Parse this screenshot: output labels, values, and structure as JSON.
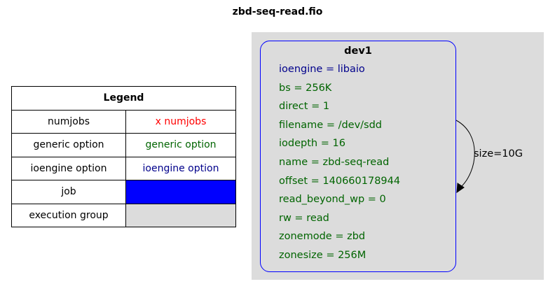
{
  "title": "zbd-seq-read.fio",
  "legend": {
    "header": "Legend",
    "rows": [
      {
        "label": "numjobs",
        "sample": "x numjobs",
        "color": "#ff0000"
      },
      {
        "label": "generic option",
        "sample": "generic option",
        "color": "#006400"
      },
      {
        "label": "ioengine option",
        "sample": "ioengine option",
        "color": "#00008b"
      },
      {
        "label": "job",
        "sample": "",
        "fill": "#0000ff"
      },
      {
        "label": "execution group",
        "sample": "",
        "fill": "#dcdcdc"
      }
    ]
  },
  "node": {
    "title": "dev1",
    "attrs": [
      {
        "text": "ioengine = libaio",
        "color": "#00008b"
      },
      {
        "text": "bs = 256K",
        "color": "#006400"
      },
      {
        "text": "direct = 1",
        "color": "#006400"
      },
      {
        "text": "filename = /dev/sdd",
        "color": "#006400"
      },
      {
        "text": "iodepth = 16",
        "color": "#006400"
      },
      {
        "text": "name = zbd-seq-read",
        "color": "#006400"
      },
      {
        "text": "offset = 140660178944",
        "color": "#006400"
      },
      {
        "text": "read_beyond_wp = 0",
        "color": "#006400"
      },
      {
        "text": "rw = read",
        "color": "#006400"
      },
      {
        "text": "zonemode = zbd",
        "color": "#006400"
      },
      {
        "text": "zonesize = 256M",
        "color": "#006400"
      }
    ]
  },
  "edge": {
    "label": "size=10G"
  }
}
